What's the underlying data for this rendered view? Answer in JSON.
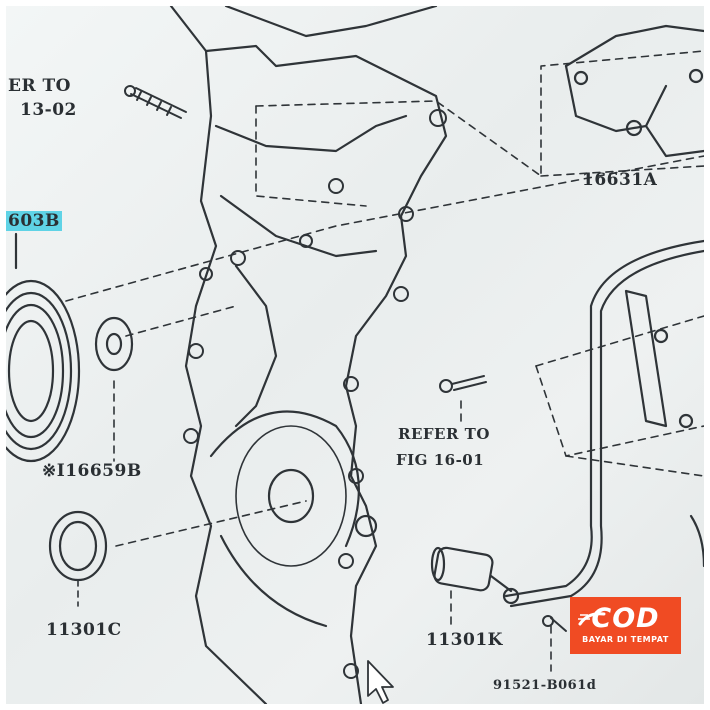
{
  "labels": {
    "refer_top_line1": "ER TO",
    "refer_top_line2": "13-02",
    "part_16603b": "603B",
    "part_16631a": "16631A",
    "part_16659b": "※I16659B",
    "refer_mid_line1": "REFER TO",
    "refer_mid_line2": "FIG 16-01",
    "part_11301c": "11301C",
    "part_11301k": "11301K",
    "part_91521": "91521-B061d"
  },
  "badge": {
    "title": "COD",
    "subtitle": "BAYAR DI TEMPAT",
    "color": "#f04b23"
  },
  "colors": {
    "ink": "#2a2f33",
    "highlight": "#5fd3e6"
  }
}
